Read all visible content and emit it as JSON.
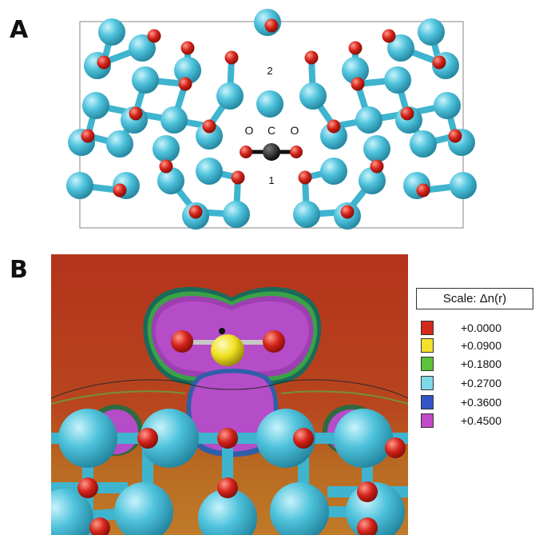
{
  "panels": {
    "a": {
      "label": "A"
    },
    "b": {
      "label": "B"
    }
  },
  "molecule_labels": {
    "o_left": "O",
    "c": "C",
    "o_right": "O",
    "site_1": "1",
    "site_2": "2"
  },
  "legend": {
    "title": "Scale: Δn(r)",
    "entries": [
      {
        "value": "+0.0000",
        "color": "#d42a1a"
      },
      {
        "value": "+0.0900",
        "color": "#f2e22a"
      },
      {
        "value": "+0.1800",
        "color": "#5cc23a"
      },
      {
        "value": "+0.2700",
        "color": "#7fd8e8"
      },
      {
        "value": "+0.3600",
        "color": "#3155c8"
      },
      {
        "value": "+0.4500",
        "color": "#c24ac8"
      }
    ]
  },
  "colors": {
    "ti_atom": "#4fc3dc",
    "o_atom": "#d4231a",
    "c_atom": "#f0e020",
    "background_density": "#b83a1e"
  }
}
